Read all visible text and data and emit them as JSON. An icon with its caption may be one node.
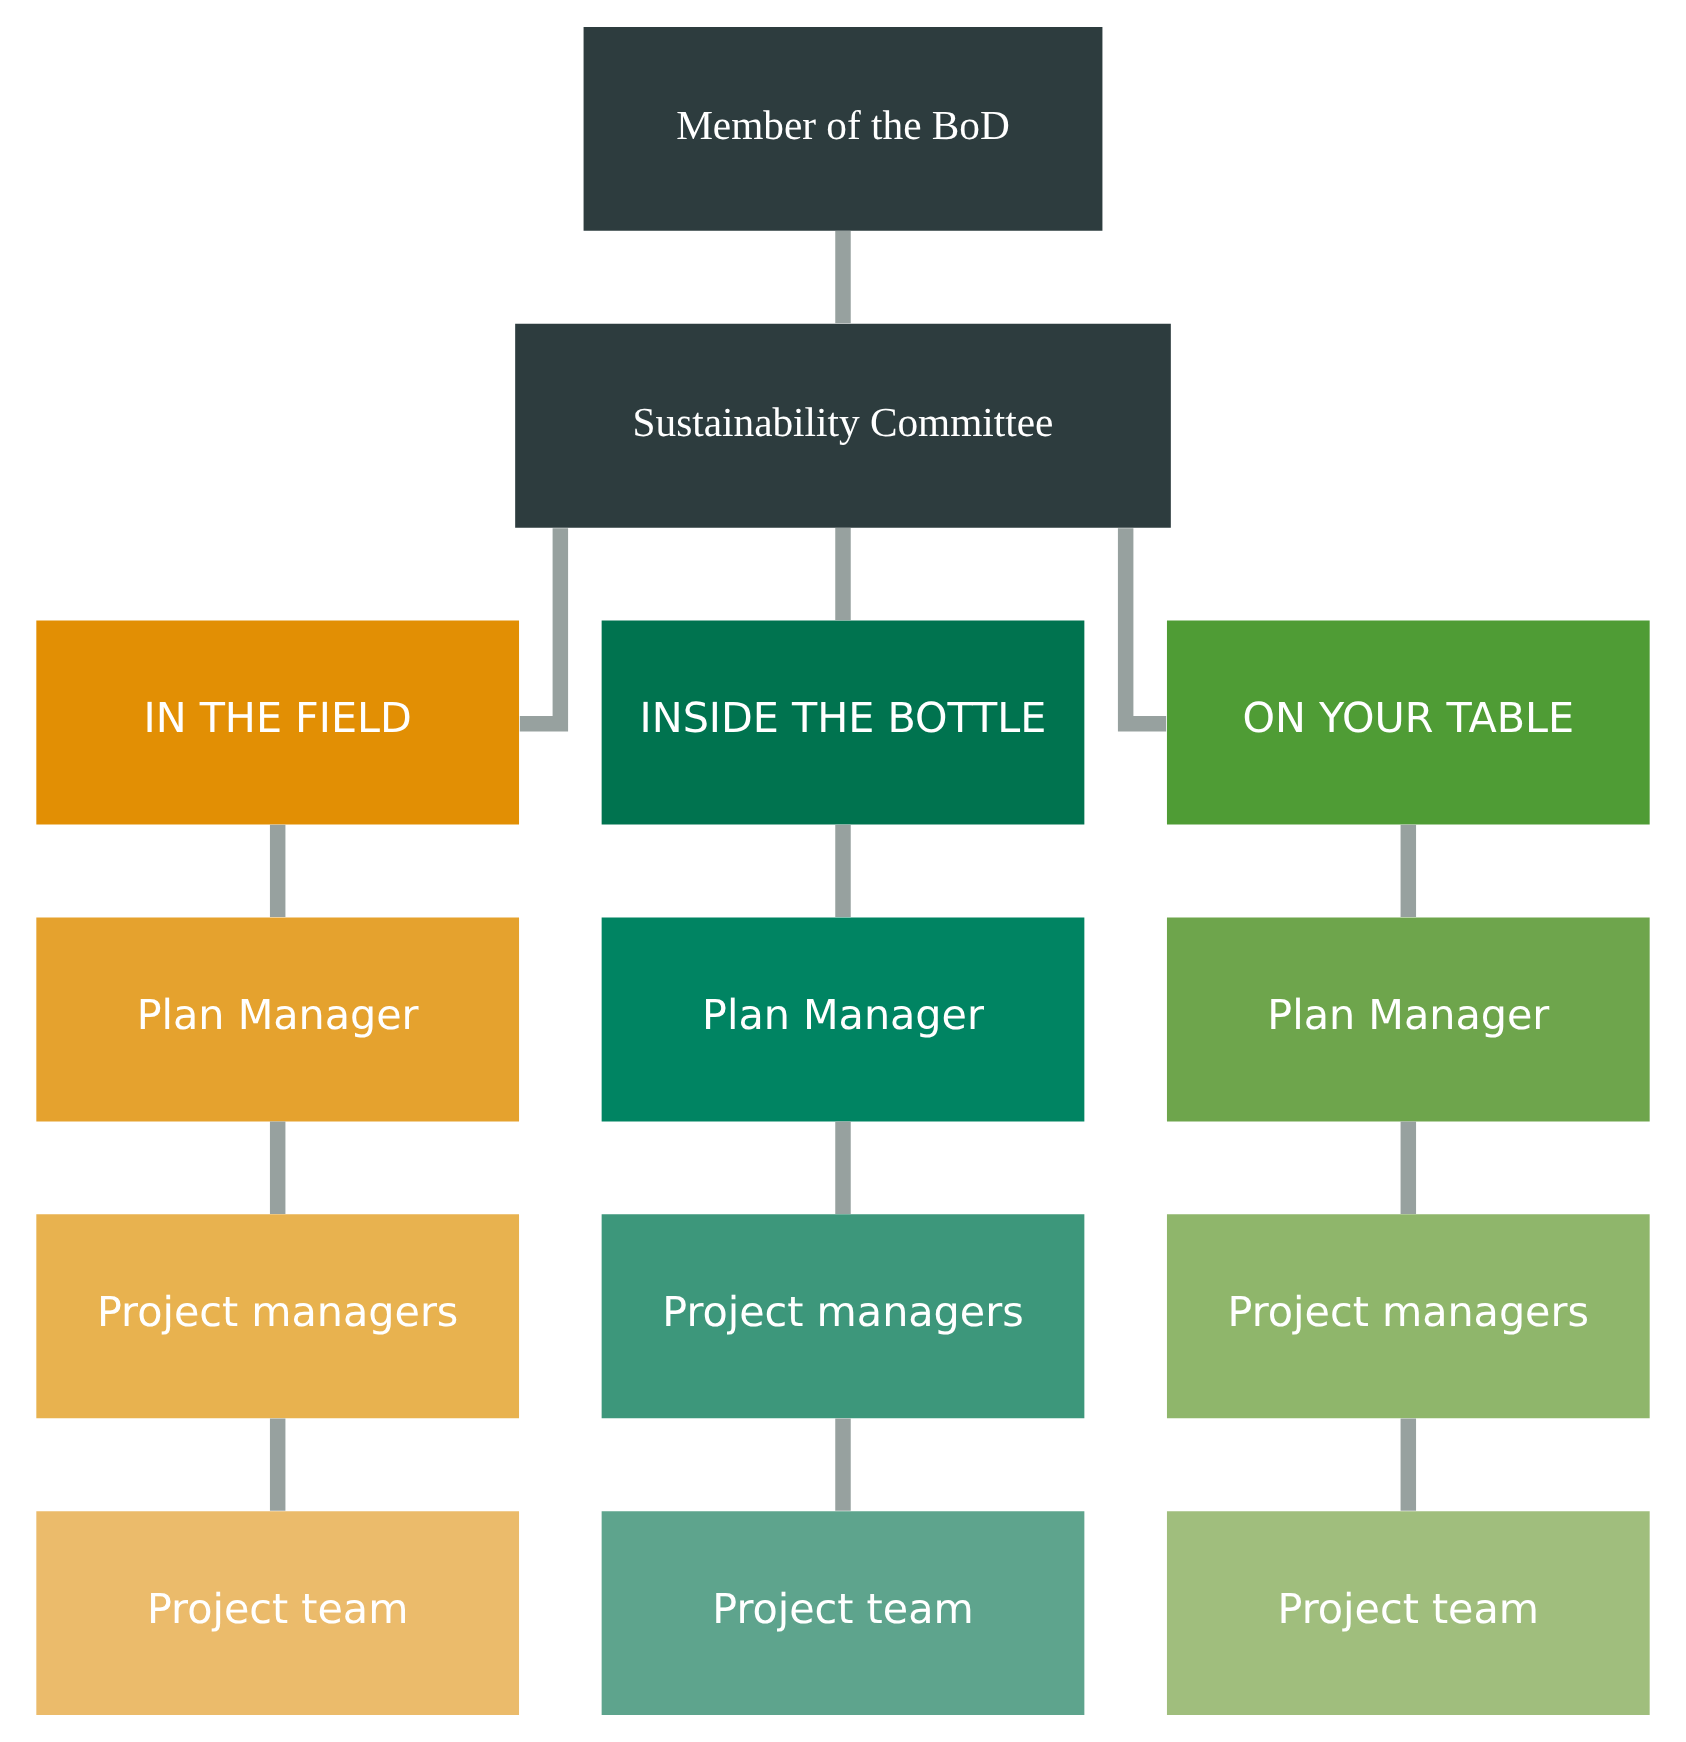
{
  "diagram": {
    "nodes": [
      {
        "text": [
          "Member of the BoD"
        ]
      },
      {
        "text": [
          "Sustainability Committee"
        ]
      },
      {
        "text": [
          "IN THE FIELD"
        ]
      },
      {
        "text": [
          "INSIDE THE BOTTLE"
        ]
      },
      {
        "text": [
          "ON YOUR TABLE"
        ]
      },
      {
        "text": [
          "Plan Manager"
        ]
      },
      {
        "text": [
          "Plan Manager"
        ]
      },
      {
        "text": [
          "Plan Manager"
        ]
      },
      {
        "text": [
          "Project managers"
        ]
      },
      {
        "text": [
          "Project managers"
        ]
      },
      {
        "text": [
          "Project managers"
        ]
      },
      {
        "text": [
          "Project team"
        ]
      },
      {
        "text": [
          "Project team"
        ]
      },
      {
        "text": [
          "Project team"
        ]
      }
    ],
    "edges": [
      {
        "from": 0,
        "to": 1,
        "arrow": "none"
      },
      {
        "from": 1,
        "to": 2,
        "arrow": "none"
      },
      {
        "from": 1,
        "to": 3,
        "arrow": "none"
      },
      {
        "from": 1,
        "to": 4,
        "arrow": "none"
      },
      {
        "from": 2,
        "to": 5,
        "arrow": "none"
      },
      {
        "from": 3,
        "to": 6,
        "arrow": "none"
      },
      {
        "from": 4,
        "to": 7,
        "arrow": "none"
      },
      {
        "from": 5,
        "to": 8,
        "arrow": "none"
      },
      {
        "from": 6,
        "to": 9,
        "arrow": "none"
      },
      {
        "from": 7,
        "to": 10,
        "arrow": "none"
      },
      {
        "from": 8,
        "to": 11,
        "arrow": "none"
      },
      {
        "from": 9,
        "to": 12,
        "arrow": "none"
      },
      {
        "from": 10,
        "to": 13,
        "arrow": "none"
      }
    ]
  }
}
